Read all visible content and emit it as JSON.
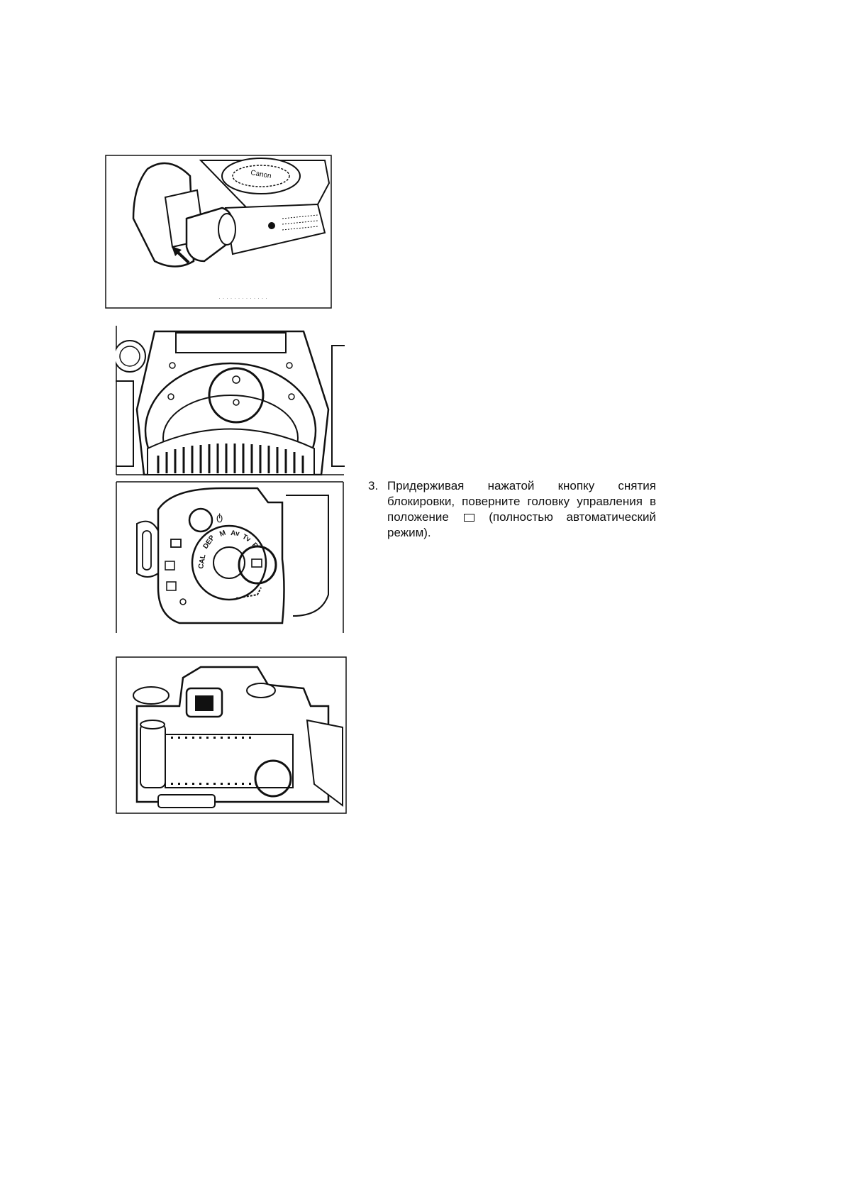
{
  "figures": [
    {
      "id": "fig1",
      "name": "battery-grip-illustration"
    },
    {
      "id": "fig2",
      "name": "lens-mount-illustration"
    },
    {
      "id": "fig3",
      "name": "mode-dial-illustration",
      "dial_labels": [
        "CAL",
        "DEP",
        "M",
        "Av",
        "Tv",
        "P"
      ]
    },
    {
      "id": "fig4",
      "name": "film-chamber-illustration"
    }
  ],
  "step3": {
    "number": "3.",
    "text_before_icon": "Придерживая нажатой кнопку снятия блокировки, поверните головку управ­ления в положение",
    "icon": "full-auto-mode-icon",
    "text_after_icon": "(полностью авто­матический режим)."
  },
  "colors": {
    "ink": "#111111",
    "paper": "#ffffff"
  }
}
